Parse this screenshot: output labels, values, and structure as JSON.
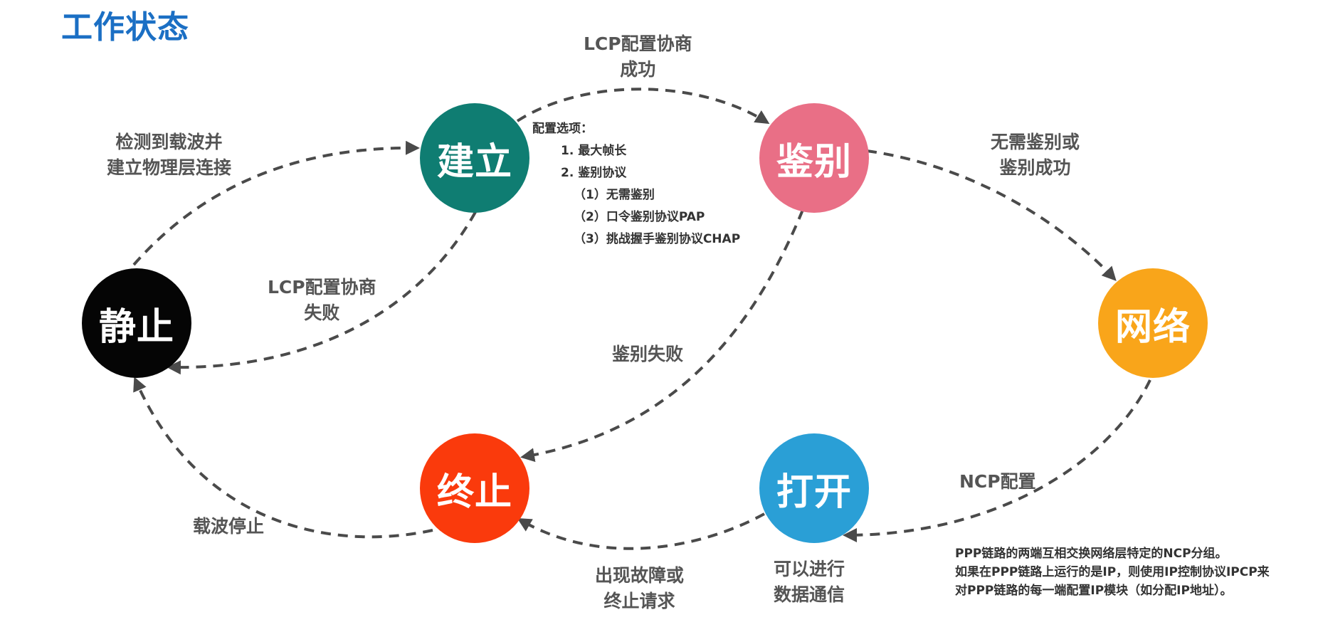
{
  "title": "工作状态",
  "states": {
    "idle": {
      "label": "静止",
      "color": "#050505"
    },
    "establish": {
      "label": "建立",
      "color": "#0f7d72"
    },
    "auth": {
      "label": "鉴别",
      "color": "#e96f86"
    },
    "network": {
      "label": "网络",
      "color": "#f9a51a"
    },
    "open": {
      "label": "打开",
      "color": "#2a9fd6"
    },
    "terminate": {
      "label": "终止",
      "color": "#fa3a0c"
    }
  },
  "transitions": {
    "idle_to_establish": [
      "检测到载波并",
      "建立物理层连接"
    ],
    "establish_to_auth": [
      "LCP配置协商",
      "成功"
    ],
    "establish_to_idle": [
      "LCP配置协商",
      "失败"
    ],
    "auth_to_network": [
      "无需鉴别或",
      "鉴别成功"
    ],
    "auth_to_terminate": [
      "鉴别失败"
    ],
    "network_to_open": [
      "NCP配置"
    ],
    "open_to_terminate": [
      "出现故障或",
      "终止请求"
    ],
    "open_state": [
      "可以进行",
      "数据通信"
    ],
    "terminate_to_idle": [
      "载波停止"
    ]
  },
  "config_options": {
    "heading": "配置选项：",
    "items": [
      "1. 最大帧长",
      "2. 鉴别协议"
    ],
    "subitems": [
      "（1）无需鉴别",
      "（2）口令鉴别协议PAP",
      "（3）挑战握手鉴别协议CHAP"
    ]
  },
  "ncp_note": [
    "PPP链路的两端互相交换网络层特定的NCP分组。",
    "如果在PPP链路上运行的是IP，则使用IP控制协议IPCP来",
    "对PPP链路的每一端配置IP模块（如分配IP地址）。"
  ]
}
